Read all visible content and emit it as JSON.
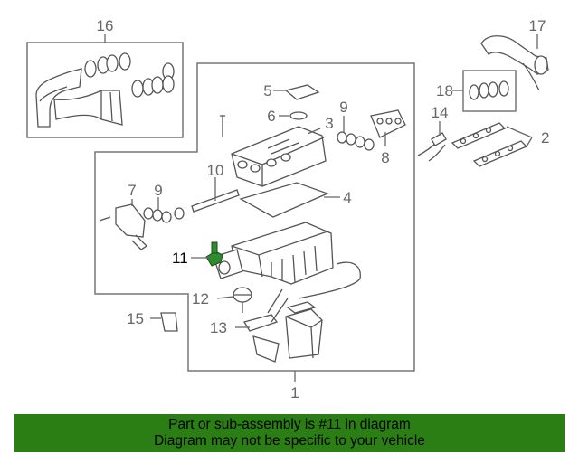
{
  "callouts": [
    {
      "id": "1",
      "label": "1"
    },
    {
      "id": "2",
      "label": "2"
    },
    {
      "id": "3",
      "label": "3"
    },
    {
      "id": "4",
      "label": "4"
    },
    {
      "id": "5",
      "label": "5"
    },
    {
      "id": "6",
      "label": "6"
    },
    {
      "id": "7",
      "label": "7"
    },
    {
      "id": "8",
      "label": "8"
    },
    {
      "id": "9a",
      "label": "9"
    },
    {
      "id": "9b",
      "label": "9"
    },
    {
      "id": "10",
      "label": "10"
    },
    {
      "id": "11",
      "label": "11"
    },
    {
      "id": "12",
      "label": "12"
    },
    {
      "id": "13",
      "label": "13"
    },
    {
      "id": "14",
      "label": "14"
    },
    {
      "id": "15",
      "label": "15"
    },
    {
      "id": "16",
      "label": "16"
    },
    {
      "id": "17",
      "label": "17"
    },
    {
      "id": "18",
      "label": "18"
    }
  ],
  "highlighted_part": "11",
  "colors": {
    "banner_background": "#2a7e14",
    "highlight_part": "#2e8b2e",
    "line_art": "#555555",
    "callout_text": "#666666"
  },
  "banner": {
    "line1": "Part or sub-assembly is #11 in diagram",
    "line2": "Diagram may not be specific to your vehicle"
  }
}
